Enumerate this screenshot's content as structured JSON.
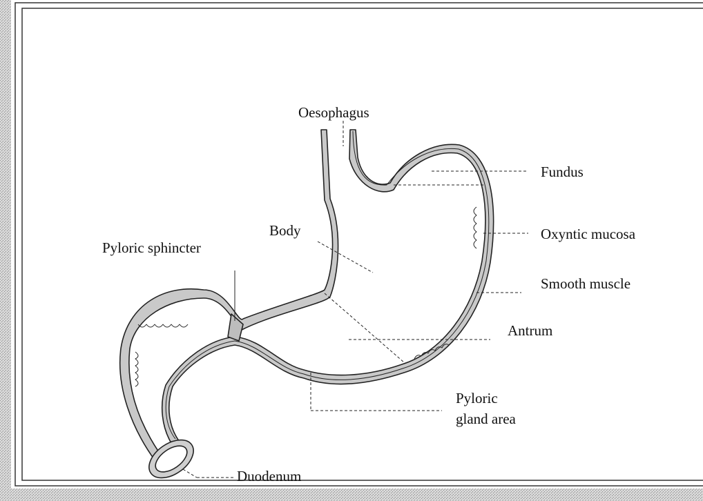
{
  "labels": {
    "oesophagus": "Oesophagus",
    "fundus": "Fundus",
    "body": "Body",
    "oxyntic_mucosa": "Oxyntic mucosa",
    "pyloric_sphincter": "Pyloric sphincter",
    "smooth_muscle": "Smooth muscle",
    "antrum": "Antrum",
    "pyloric_line1": "Pyloric",
    "pyloric_line2": "gland area",
    "duodenum": "Duodenum"
  },
  "colors": {
    "line": "#222222",
    "wall_fill": "#c9c9c9",
    "frame": "#333333",
    "texture": "#9a9a9a"
  }
}
